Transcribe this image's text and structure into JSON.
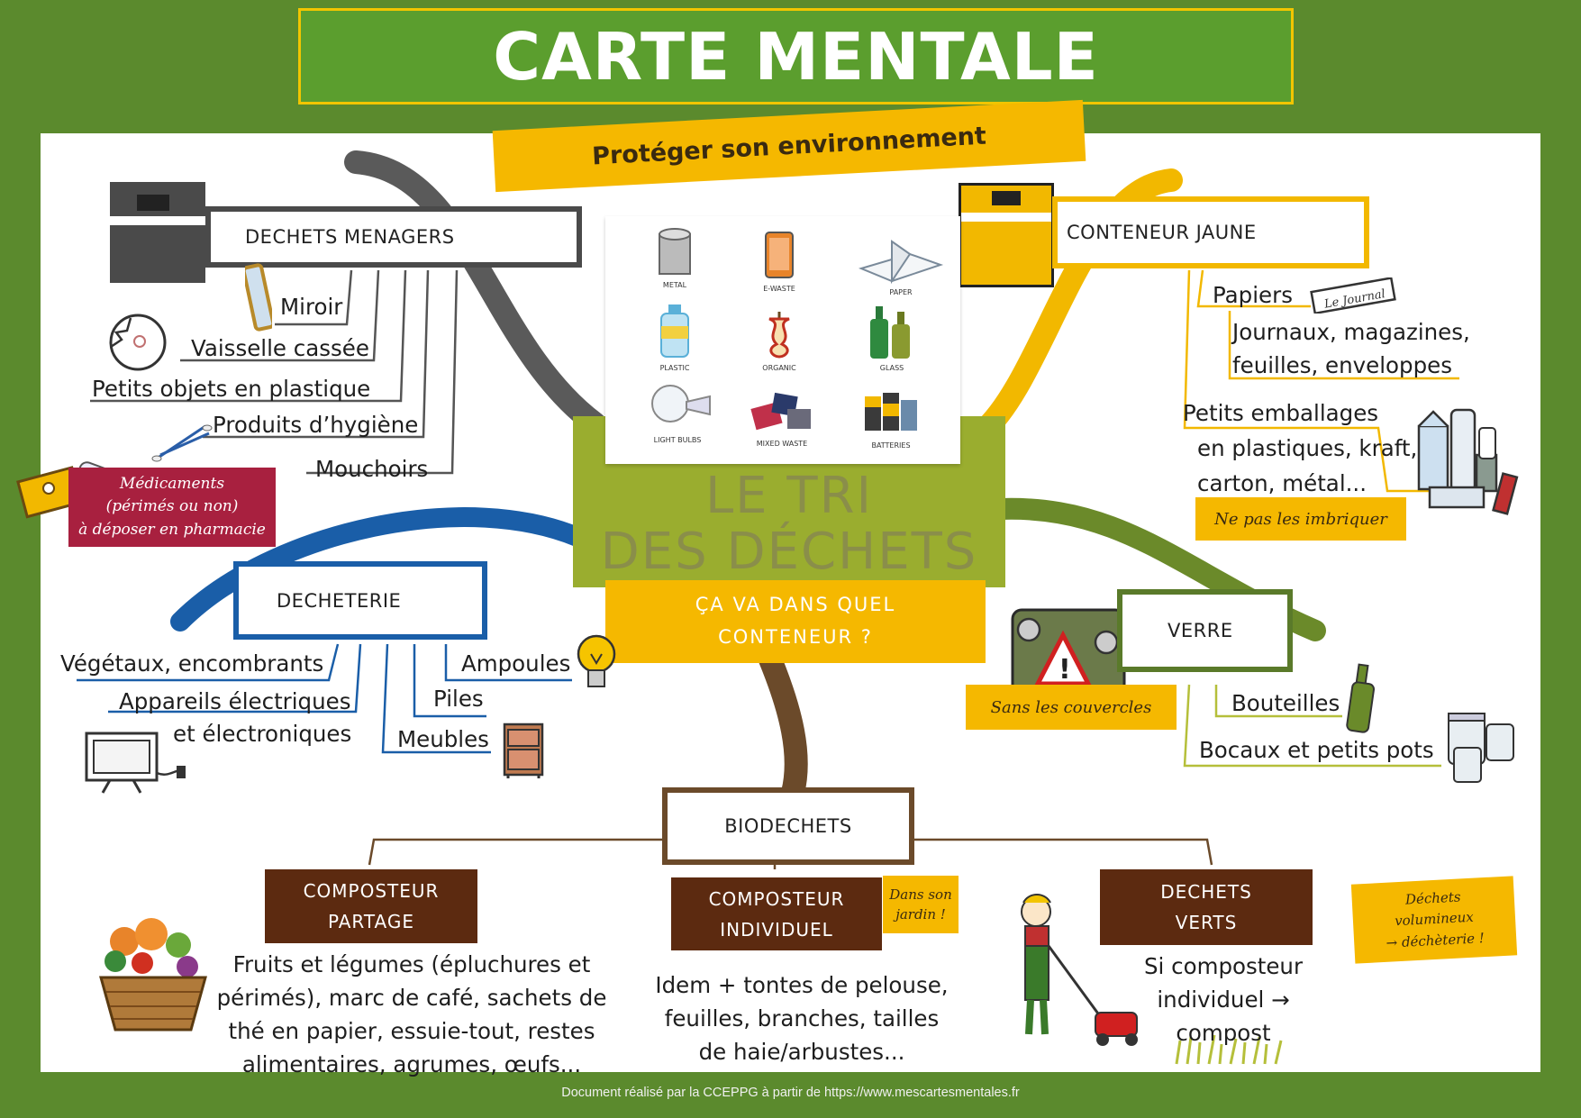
{
  "title": "CARTE MENTALE",
  "subtitle": "Protéger son environnement",
  "center": {
    "title_line1": "LE TRI",
    "title_line2": "DES DÉCHETS",
    "question_line1": "ÇA VA DANS QUEL",
    "question_line2": "CONTENEUR ?",
    "icons": [
      {
        "icon": "metal-can-icon",
        "label": "METAL"
      },
      {
        "icon": "e-waste-icon",
        "label": "E-WASTE"
      },
      {
        "icon": "paper-icon",
        "label": "PAPER"
      },
      {
        "icon": "plastic-bottle-icon",
        "label": "PLASTIC"
      },
      {
        "icon": "apple-core-icon",
        "label": "ORGANIC"
      },
      {
        "icon": "glass-bottle-icon",
        "label": "GLASS"
      },
      {
        "icon": "light-bulb-icon",
        "label": "LIGHT BULBS"
      },
      {
        "icon": "mixed-waste-icon",
        "label": "MIXED WASTE"
      },
      {
        "icon": "batteries-icon",
        "label": "BATTERIES"
      }
    ]
  },
  "branches": {
    "menagers": {
      "label": "DECHETS MENAGERS",
      "color": "#555555",
      "items": [
        "Miroir",
        "Vaisselle cassée",
        "Petits objets en plastique",
        "Produits d’hygiène",
        "Mouchoirs"
      ],
      "note": {
        "line1": "Médicaments",
        "line2": "(périmés ou non)",
        "line3": "à déposer en pharmacie"
      }
    },
    "jaune": {
      "label": "CONTENEUR JAUNE",
      "color": "#f2b800",
      "papiers": "Papiers",
      "papiers_detail1": "Journaux, magazines,",
      "papiers_detail2": "feuilles, enveloppes",
      "journal_icon_text": "Le Journal",
      "emballages1": "Petits emballages",
      "emballages2": "en plastiques, kraft,",
      "emballages3": "carton, métal...",
      "note": "Ne pas les imbriquer"
    },
    "decheterie": {
      "label": "DECHETERIE",
      "color": "#1a5ea8",
      "items": [
        "Végétaux, encombrants",
        "Appareils électriques",
        "et électroniques",
        "Meubles",
        "Piles",
        "Ampoules"
      ]
    },
    "verre": {
      "label": "VERRE",
      "color": "#5a7a2a",
      "note": "Sans les couvercles",
      "items": [
        "Bouteilles",
        "Bocaux et petits pots"
      ]
    },
    "biodechets": {
      "label": "BIODECHETS",
      "color": "#6b4a2a",
      "partage": {
        "label1": "COMPOSTEUR",
        "label2": "PARTAGE",
        "text": [
          "Fruits et légumes (épluchures et",
          "périmés), marc de café, sachets de",
          "thé en papier, essuie-tout, restes",
          "alimentaires, agrumes, œufs..."
        ]
      },
      "individuel": {
        "label1": "COMPOSTEUR",
        "label2": "INDIVIDUEL",
        "sign1": "Dans son",
        "sign2": "jardin !",
        "text": [
          "Idem + tontes de pelouse,",
          "feuilles, branches, tailles",
          "de haie/arbustes..."
        ]
      },
      "verts": {
        "label1": "DECHETS",
        "label2": "VERTS",
        "text": [
          "Si composteur",
          "individuel →",
          "compost"
        ],
        "sign1": "Déchets",
        "sign2": "volumineux",
        "sign3": "→ déchèterie !"
      }
    }
  },
  "footer": "Document réalisé par la CCEPPG à partir de https://www.mescartesmentales.fr"
}
